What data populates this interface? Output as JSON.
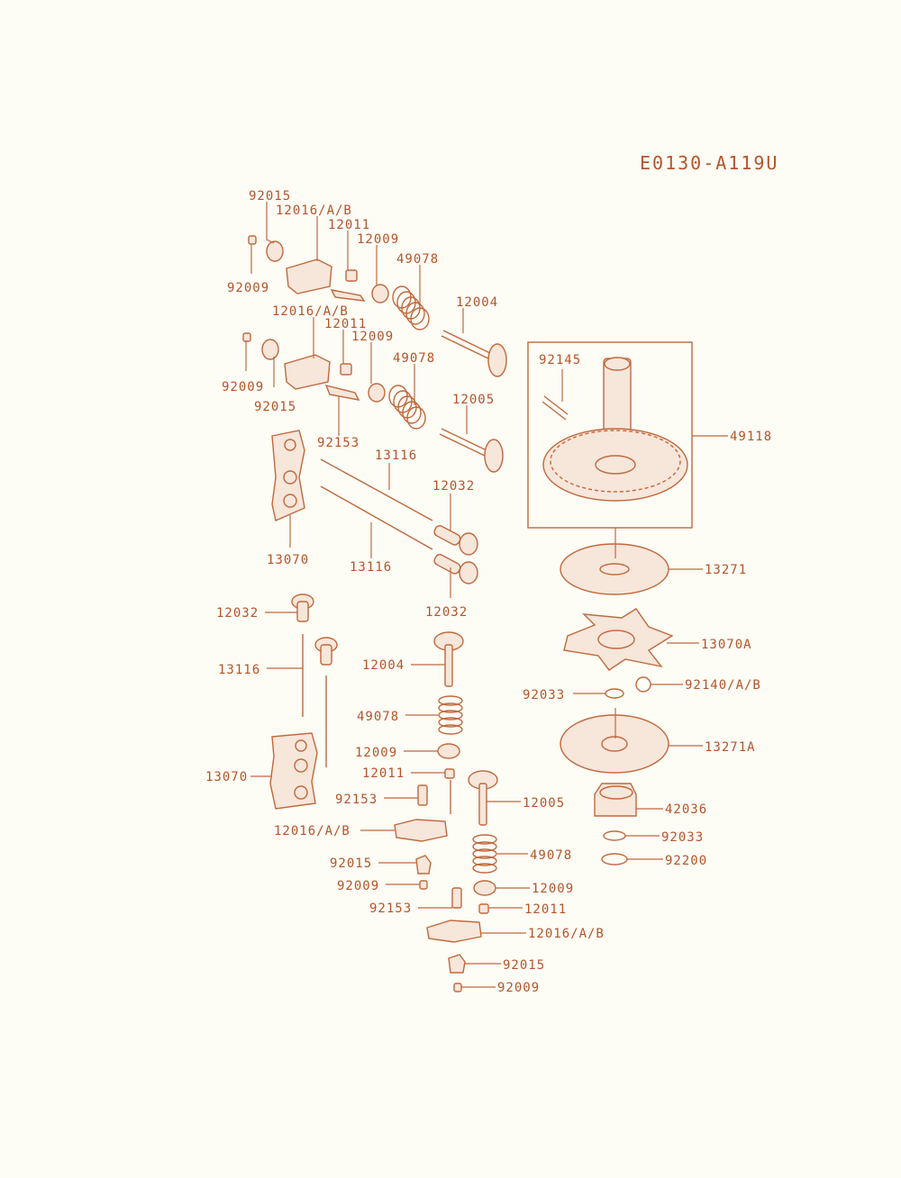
{
  "diagram_code": "E0130-A119U",
  "labels": [
    {
      "id": "l1",
      "text": "92015"
    },
    {
      "id": "l2",
      "text": "12016/A/B"
    },
    {
      "id": "l3",
      "text": "12011"
    },
    {
      "id": "l4",
      "text": "12009"
    },
    {
      "id": "l5",
      "text": "49078"
    },
    {
      "id": "l6",
      "text": "92009"
    },
    {
      "id": "l7",
      "text": "12004"
    },
    {
      "id": "l8",
      "text": "12016/A/B"
    },
    {
      "id": "l9",
      "text": "12011"
    },
    {
      "id": "l10",
      "text": "12009"
    },
    {
      "id": "l11",
      "text": "49078"
    },
    {
      "id": "l12",
      "text": "92009"
    },
    {
      "id": "l13",
      "text": "92015"
    },
    {
      "id": "l14",
      "text": "12005"
    },
    {
      "id": "l15",
      "text": "92153"
    },
    {
      "id": "l16",
      "text": "13116"
    },
    {
      "id": "l17",
      "text": "12032"
    },
    {
      "id": "l18",
      "text": "13070"
    },
    {
      "id": "l19",
      "text": "13116"
    },
    {
      "id": "l20",
      "text": "12032"
    },
    {
      "id": "l21",
      "text": "92145"
    },
    {
      "id": "l22",
      "text": "49118"
    },
    {
      "id": "l23",
      "text": "13271"
    },
    {
      "id": "l24",
      "text": "13070A"
    },
    {
      "id": "l25",
      "text": "92033"
    },
    {
      "id": "l26",
      "text": "92140/A/B"
    },
    {
      "id": "l27",
      "text": "13271A"
    },
    {
      "id": "l28",
      "text": "42036"
    },
    {
      "id": "l29",
      "text": "92033"
    },
    {
      "id": "l30",
      "text": "92200"
    },
    {
      "id": "l31",
      "text": "12032"
    },
    {
      "id": "l32",
      "text": "13116"
    },
    {
      "id": "l33",
      "text": "12004"
    },
    {
      "id": "l34",
      "text": "49078"
    },
    {
      "id": "l35",
      "text": "12009"
    },
    {
      "id": "l36",
      "text": "12011"
    },
    {
      "id": "l37",
      "text": "92153"
    },
    {
      "id": "l38",
      "text": "12016/A/B"
    },
    {
      "id": "l39",
      "text": "92015"
    },
    {
      "id": "l40",
      "text": "92009"
    },
    {
      "id": "l41",
      "text": "13070"
    },
    {
      "id": "l42",
      "text": "12005"
    },
    {
      "id": "l43",
      "text": "49078"
    },
    {
      "id": "l44",
      "text": "12009"
    },
    {
      "id": "l45",
      "text": "92153"
    },
    {
      "id": "l46",
      "text": "12011"
    },
    {
      "id": "l47",
      "text": "12016/A/B"
    },
    {
      "id": "l48",
      "text": "92015"
    },
    {
      "id": "l49",
      "text": "92009"
    }
  ]
}
